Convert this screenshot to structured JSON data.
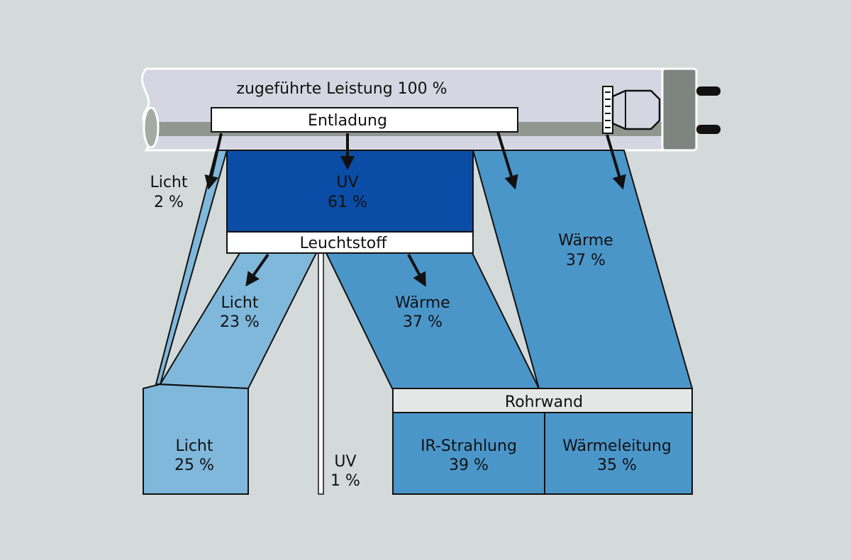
{
  "colors": {
    "background": "#d3dad9",
    "tube": "#d6d6e2",
    "tube_shadow": "#8f9790",
    "box_white": "#ffffff",
    "uv_dark": "#0b4da6",
    "light_blue": "#80b8dc",
    "medium_blue": "#4b96c9",
    "end_cap": "#7e8580",
    "outline": "#111111"
  },
  "icons": {
    "lamp": "fluorescent-tube-icon",
    "electrode": "electrode-filament-icon",
    "pins": "contact-pins-icon",
    "arrow": "arrow-down-icon"
  },
  "tube": {
    "label": "zugeführte Leistung 100 %"
  },
  "discharge": {
    "label": "Entladung"
  },
  "phosphor": {
    "label": "Leuchtstoff"
  },
  "tube_wall": {
    "label": "Rohrwand"
  },
  "flows": {
    "light_direct": {
      "name": "Licht",
      "percent": "2 %"
    },
    "uv_discharge": {
      "name": "UV",
      "percent": "61 %"
    },
    "heat_discharge": {
      "name": "Wärme",
      "percent": "37 %"
    },
    "light_phosphor": {
      "name": "Licht",
      "percent": "23 %"
    },
    "heat_phosphor": {
      "name": "Wärme",
      "percent": "37 %"
    },
    "light_total": {
      "name": "Licht",
      "percent": "25 %"
    },
    "uv_out": {
      "name": "UV",
      "percent": "1 %"
    },
    "ir_radiation": {
      "name": "IR-Strahlung",
      "percent": "39 %"
    },
    "heat_conduction": {
      "name": "Wärmeleitung",
      "percent": "35 %"
    }
  }
}
